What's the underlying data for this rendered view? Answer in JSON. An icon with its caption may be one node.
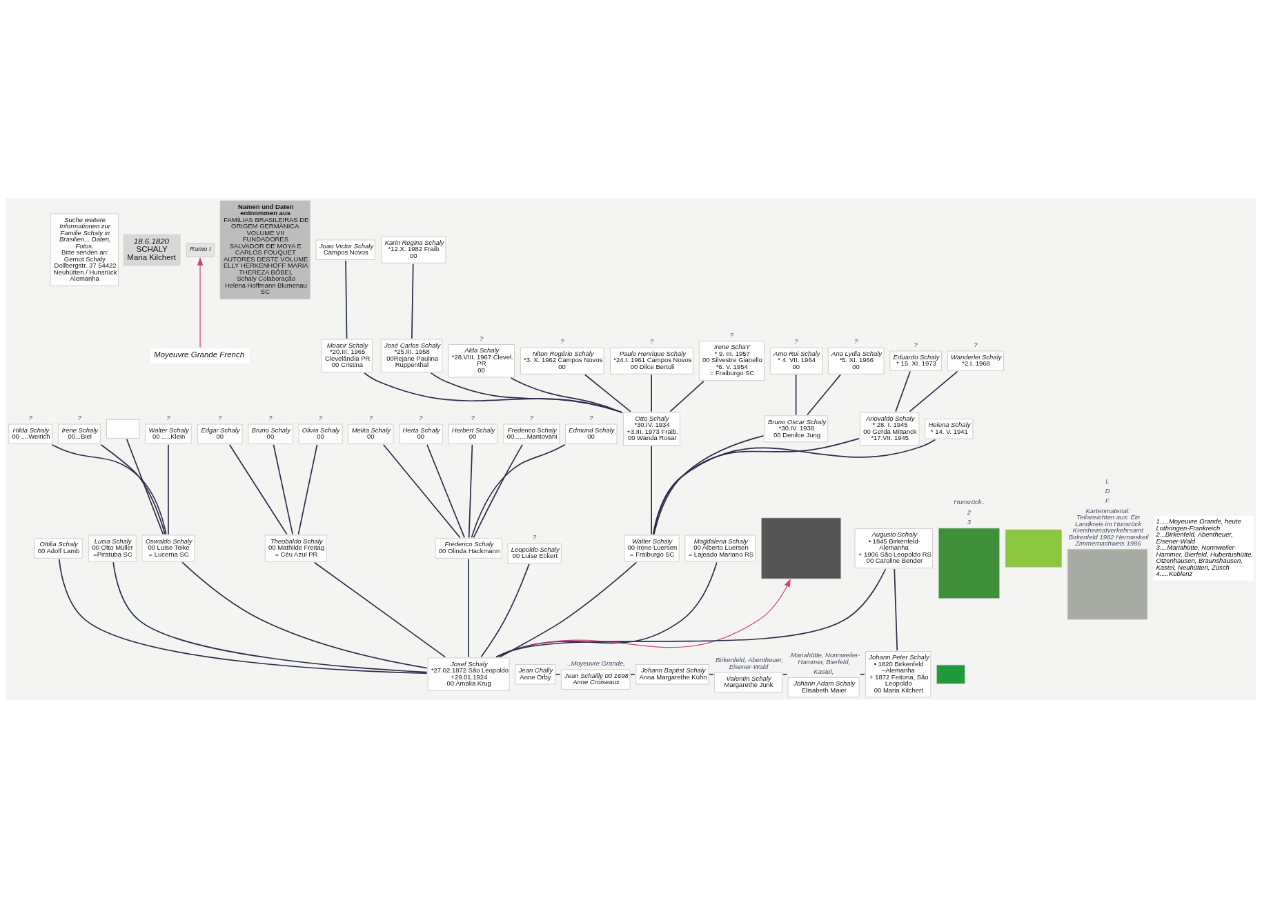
{
  "diagram": {
    "nodes": [
      {
        "text": [
          "Suche weitere Informationen zur Familie Schaly in Brasilien... Daten, Fotos.",
          "Bitte senden an:",
          "Gernot Schaly Dollbergstr. 37 54422 Neuhütten / Hunsrück Alemanha"
        ]
      },
      {
        "text": [
          "18.6.1820",
          "SCHALY",
          "Maria Kilchert"
        ]
      },
      {
        "text": [
          "Ramo I"
        ]
      },
      {
        "text": [
          "Namen und Daten entnommen aus",
          "FAMÍLIAS BRASILEIRAS DE ORIGEM GERMÂNICA",
          "VOLUME VII",
          "FUNDADORES",
          "SALVADOR DE MOYA E CARLOS FOUQUET",
          "AUTORES DESTE VOLUME",
          "ELLY HERKENHOFF MARIA THEREZA BÖBEL",
          "Schaly Colaboração Helena Hoffmann Blumenau SC"
        ]
      },
      {
        "text": [
          "Moyeuvre Grande French"
        ]
      },
      {
        "text": [
          "Joao Victor Schaly",
          "Campos Novos"
        ]
      },
      {
        "text": [
          "Karin Regina Schaly",
          "*12.X. 1982 Fraib.",
          "00"
        ]
      },
      {
        "text": [
          "Moacir Schaly",
          "*20.III. 1965 Clevelândia PR",
          "00 Cristina"
        ]
      },
      {
        "text": [
          "José Carlos Schaly",
          "*25.III. 1958",
          "00Rejane Paulina Ruppenthal"
        ]
      },
      {
        "text": [
          "Alda Schaly",
          "*28.VIII. 1967 Clevel. PR",
          "00"
        ],
        "beside": [
          "?"
        ]
      },
      {
        "text": [
          "Niton Rogério Schaly",
          "*3. X. 1962 Campos Novos",
          "00"
        ],
        "beside": [
          "?"
        ]
      },
      {
        "text": [
          "Paulo Henrique Schaly",
          "*24.I. 1961 Campos Novos",
          "00 Dilce Bertoli"
        ],
        "beside": [
          "?"
        ]
      },
      {
        "text": [
          "Irene SchaY",
          "* 9. III. 1957",
          "00 Silvestre Gianello",
          "*6. V. 1954",
          "= Fraiburgo SC"
        ],
        "beside": [
          "?"
        ]
      },
      {
        "text": [
          "Amo Rui Schaly",
          "* 4. VII. 1964",
          "00"
        ],
        "beside": [
          "?"
        ]
      },
      {
        "text": [
          "Ana Lydia Schaly",
          "*5. XI. 1966",
          "00"
        ],
        "beside": [
          "?"
        ]
      },
      {
        "text": [
          "Eduardo Schaly",
          "* 15. XI. 1973"
        ],
        "beside": [
          "?"
        ]
      },
      {
        "text": [
          "Wanderlei Schaly",
          "*2.I. 1968"
        ],
        "beside": [
          "?"
        ]
      },
      {
        "text": [
          "Hilda Schaly",
          "00 ....Weirich"
        ],
        "beside": [
          "?"
        ]
      },
      {
        "text": [
          "Irene Schaly",
          "00...Biel"
        ],
        "beside": [
          "?"
        ]
      },
      {
        "text": [],
        "shape": "box"
      },
      {
        "text": [
          "Walter Schaly",
          "00 .....Klein"
        ],
        "beside": [
          "?"
        ]
      },
      {
        "text": [
          "Edgar Schaly",
          "00"
        ],
        "beside": [
          "?"
        ]
      },
      {
        "text": [
          "Bruno Schaly",
          "00"
        ],
        "beside": [
          "?"
        ]
      },
      {
        "text": [
          "Olivia Schaly",
          "00"
        ],
        "beside": [
          "?"
        ]
      },
      {
        "text": [
          "Melita Schaly",
          "00"
        ],
        "beside": [
          "?"
        ]
      },
      {
        "text": [
          "Herta Schaly",
          "00"
        ],
        "beside": [
          "?"
        ]
      },
      {
        "text": [
          "Herbert Schaly",
          "00"
        ],
        "beside": [
          "?"
        ]
      },
      {
        "text": [
          "Frederico Schaly",
          "00.......Mantovani"
        ],
        "beside": [
          "?"
        ]
      },
      {
        "text": [
          "Edmund Schaly",
          "00"
        ],
        "beside": [
          "?"
        ]
      },
      {
        "text": [
          "Otto Schaly",
          "*30.IV. 1934",
          "+3.III. 1973 Fraib.",
          "00 Wanda Rosar"
        ]
      },
      {
        "text": [
          "Bruno Oscar Schaly",
          "*30.IV. 1938",
          "00 Denilce Jung"
        ]
      },
      {
        "text": [
          "Ariovaldo Schaly",
          "* 28. I. 1945",
          "00 Gerda Mittanck",
          "*17.VII. 1945"
        ]
      },
      {
        "text": [
          "Helena Schaly",
          "* 14. V. 1941"
        ]
      },
      {
        "text": [
          "Ottilia Schaly",
          "00 Adolf Lamb"
        ]
      },
      {
        "text": [
          "Lucia Schaly",
          "00 Otto Müller",
          "=Piratuba SC"
        ]
      },
      {
        "text": [
          "Oswaldo Schaly",
          "00 Luise Teike",
          "= Lucerna SC"
        ]
      },
      {
        "text": [
          "Theobaldo Schaly",
          "00 Mathilde Freitag",
          "= Céu Azul PR"
        ]
      },
      {
        "text": [
          "Frederico Schaly",
          "00 Olinda Hackmann"
        ]
      },
      {
        "text": [
          "Leopoldo Schaly",
          "00 Luise Eckert"
        ],
        "beside": [
          "?"
        ]
      },
      {
        "text": [
          "Walter Schaly",
          "00 Irene Luersen",
          "= Fraiburgo SC"
        ]
      },
      {
        "text": [
          "Magdalena Schaly",
          "00 Alberto Luersen",
          "= Lajeado Mariano RS"
        ]
      },
      {
        "text": [],
        "shape": "box"
      },
      {
        "text": [
          "Josef Schaly",
          "*27.02.1872 São Leopoldo",
          "+29.01.1924",
          "00 Amalia Krug"
        ]
      },
      {
        "text": [],
        "shape": "box"
      },
      {
        "text": [
          "Augusto Schaly",
          "• 1845 Birkenfeld- Alemanha",
          "+ 1906 São Leopoldo RS",
          "00 Caroline Bender"
        ]
      },
      {
        "text": [],
        "shape": "box",
        "beside": [
          "Hunsrück..",
          "2",
          "3"
        ]
      },
      {
        "text": [],
        "shape": "box"
      },
      {
        "text": [],
        "shape": "box",
        "beside": [
          "L",
          "D",
          "F",
          "Kartenmaterial: Teilansichten aus: Ein Landkreis im Hunsrück Kreisheimatverkehrsamt Birkenfeld 1982 Hermeskeil Zimmernachweis 1986"
        ]
      },
      {
        "text": [
          "Johann Peter Schaly",
          "• 1820 Birkenfeld –Alemanha",
          "+ 1872 Feitoria, São Leopoldo",
          "00 Maria Kilchert"
        ]
      },
      {
        "text": [
          "Johann Adam Schaly",
          "Elisabeth Maier"
        ],
        "beside": [
          ".Mariahütte, Nonnweiler- Hammer, Bierfeld,",
          "Kastel,"
        ]
      },
      {
        "text": [
          "Valentin Schaly",
          "Margarethe Junk"
        ],
        "beside": [
          "Birkenfeld, Abentheuer, Eisener-Wald"
        ]
      },
      {
        "text": [
          "Johann Baptist Schaly",
          "Anna Margarethe Kuhn"
        ]
      },
      {
        "text": [
          "Jean Schailly 00 1698 Anne Croiseaux"
        ],
        "beside": [
          "..Moyeuvre Grande,"
        ]
      },
      {
        "text": [
          "Jean Chally",
          "Anne Orby"
        ]
      }
    ],
    "edges": [
      {
        "from": 4,
        "to": 2,
        "arrow": "to",
        "color": "#d0407a"
      },
      {
        "from": 53,
        "to": 52,
        "arrow": "none"
      },
      {
        "from": 52,
        "to": 51,
        "arrow": "none"
      },
      {
        "from": 51,
        "to": 50,
        "arrow": "none"
      },
      {
        "from": 50,
        "to": 49,
        "arrow": "none"
      },
      {
        "from": 49,
        "to": 48,
        "arrow": "none"
      },
      {
        "from": 48,
        "to": 44,
        "arrow": "none"
      },
      {
        "from": 44,
        "to": 42,
        "arrow": "none"
      },
      {
        "from": 42,
        "to": 41,
        "arrow": "to",
        "color": "#d0407a"
      },
      {
        "from": 42,
        "to": 33,
        "arrow": "none"
      },
      {
        "from": 42,
        "to": 34,
        "arrow": "none"
      },
      {
        "from": 42,
        "to": 35,
        "arrow": "none"
      },
      {
        "from": 42,
        "to": 36,
        "arrow": "none"
      },
      {
        "from": 42,
        "to": 37,
        "arrow": "none"
      },
      {
        "from": 42,
        "to": 38,
        "arrow": "none"
      },
      {
        "from": 42,
        "to": 39,
        "arrow": "none"
      },
      {
        "from": 42,
        "to": 40,
        "arrow": "none"
      },
      {
        "from": 35,
        "to": 17,
        "arrow": "none"
      },
      {
        "from": 35,
        "to": 18,
        "arrow": "none"
      },
      {
        "from": 35,
        "to": 19,
        "arrow": "none"
      },
      {
        "from": 35,
        "to": 20,
        "arrow": "none"
      },
      {
        "from": 36,
        "to": 21,
        "arrow": "none"
      },
      {
        "from": 36,
        "to": 22,
        "arrow": "none"
      },
      {
        "from": 36,
        "to": 23,
        "arrow": "none"
      },
      {
        "from": 37,
        "to": 24,
        "arrow": "none"
      },
      {
        "from": 37,
        "to": 25,
        "arrow": "none"
      },
      {
        "from": 37,
        "to": 26,
        "arrow": "none"
      },
      {
        "from": 37,
        "to": 27,
        "arrow": "none"
      },
      {
        "from": 37,
        "to": 28,
        "arrow": "none"
      },
      {
        "from": 39,
        "to": 29,
        "arrow": "none"
      },
      {
        "from": 39,
        "to": 30,
        "arrow": "none"
      },
      {
        "from": 39,
        "to": 31,
        "arrow": "none"
      },
      {
        "from": 39,
        "to": 32,
        "arrow": "none"
      },
      {
        "from": 29,
        "to": 7,
        "arrow": "none"
      },
      {
        "from": 29,
        "to": 8,
        "arrow": "none"
      },
      {
        "from": 29,
        "to": 9,
        "arrow": "none"
      },
      {
        "from": 29,
        "to": 10,
        "arrow": "none"
      },
      {
        "from": 29,
        "to": 11,
        "arrow": "none"
      },
      {
        "from": 29,
        "to": 12,
        "arrow": "none"
      },
      {
        "from": 30,
        "to": 13,
        "arrow": "none"
      },
      {
        "from": 30,
        "to": 14,
        "arrow": "none"
      },
      {
        "from": 31,
        "to": 15,
        "arrow": "none"
      },
      {
        "from": 31,
        "to": 16,
        "arrow": "none"
      },
      {
        "from": 7,
        "to": 5,
        "arrow": "none"
      },
      {
        "from": 8,
        "to": 6,
        "arrow": "none"
      }
    ],
    "labels": [
      "1.....Moyeuvre Grande, heute Lothringen-Frankreich",
      "2...Birkenfeld, Abentheuer, Eisener-Wald",
      "3....Mariahütte, Nonnweiler- Hammer, Bierfeld, Hubertushütte, Otzenhausen, Braunshausen, Kastel, Neuhütten, Züsch",
      "4.....Koblenz"
    ]
  }
}
